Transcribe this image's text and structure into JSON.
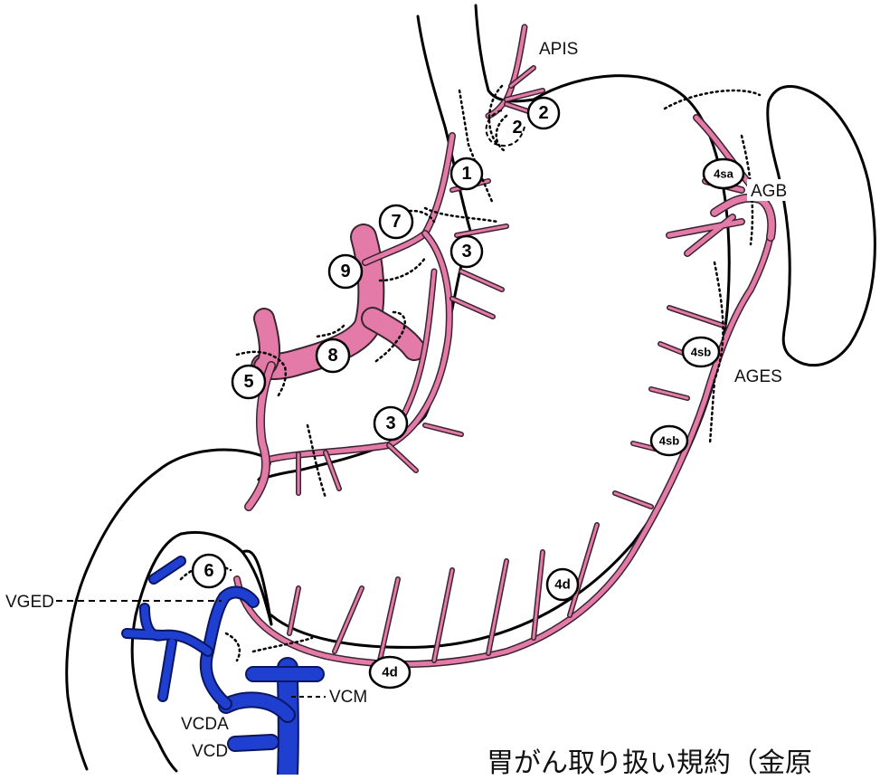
{
  "diagram": {
    "stations": [
      {
        "id": "station-1",
        "text": "1"
      },
      {
        "id": "station-2-inner",
        "text": "2"
      },
      {
        "id": "station-2-outer",
        "text": "2"
      },
      {
        "id": "station-3-upper",
        "text": "3"
      },
      {
        "id": "station-3-lower",
        "text": "3"
      },
      {
        "id": "station-4sa",
        "text": "4sa"
      },
      {
        "id": "station-4sb-upper",
        "text": "4sb"
      },
      {
        "id": "station-4sb-lower",
        "text": "4sb"
      },
      {
        "id": "station-4d-right",
        "text": "4d"
      },
      {
        "id": "station-4d-left",
        "text": "4d"
      },
      {
        "id": "station-5",
        "text": "5"
      },
      {
        "id": "station-6",
        "text": "6"
      },
      {
        "id": "station-7",
        "text": "7"
      },
      {
        "id": "station-8",
        "text": "8"
      },
      {
        "id": "station-9",
        "text": "9"
      }
    ],
    "vessel_labels": {
      "apis": "APIS",
      "agb": "AGB",
      "ages": "AGES",
      "vged": "VGED",
      "vcm": "VCM",
      "vcda": "VCDA",
      "vcd": "VCD"
    },
    "colors": {
      "artery": "#e37aa7",
      "vein": "#1f3fd0",
      "outline": "#000000"
    }
  },
  "caption": "胃がん取り扱い規約（金原"
}
